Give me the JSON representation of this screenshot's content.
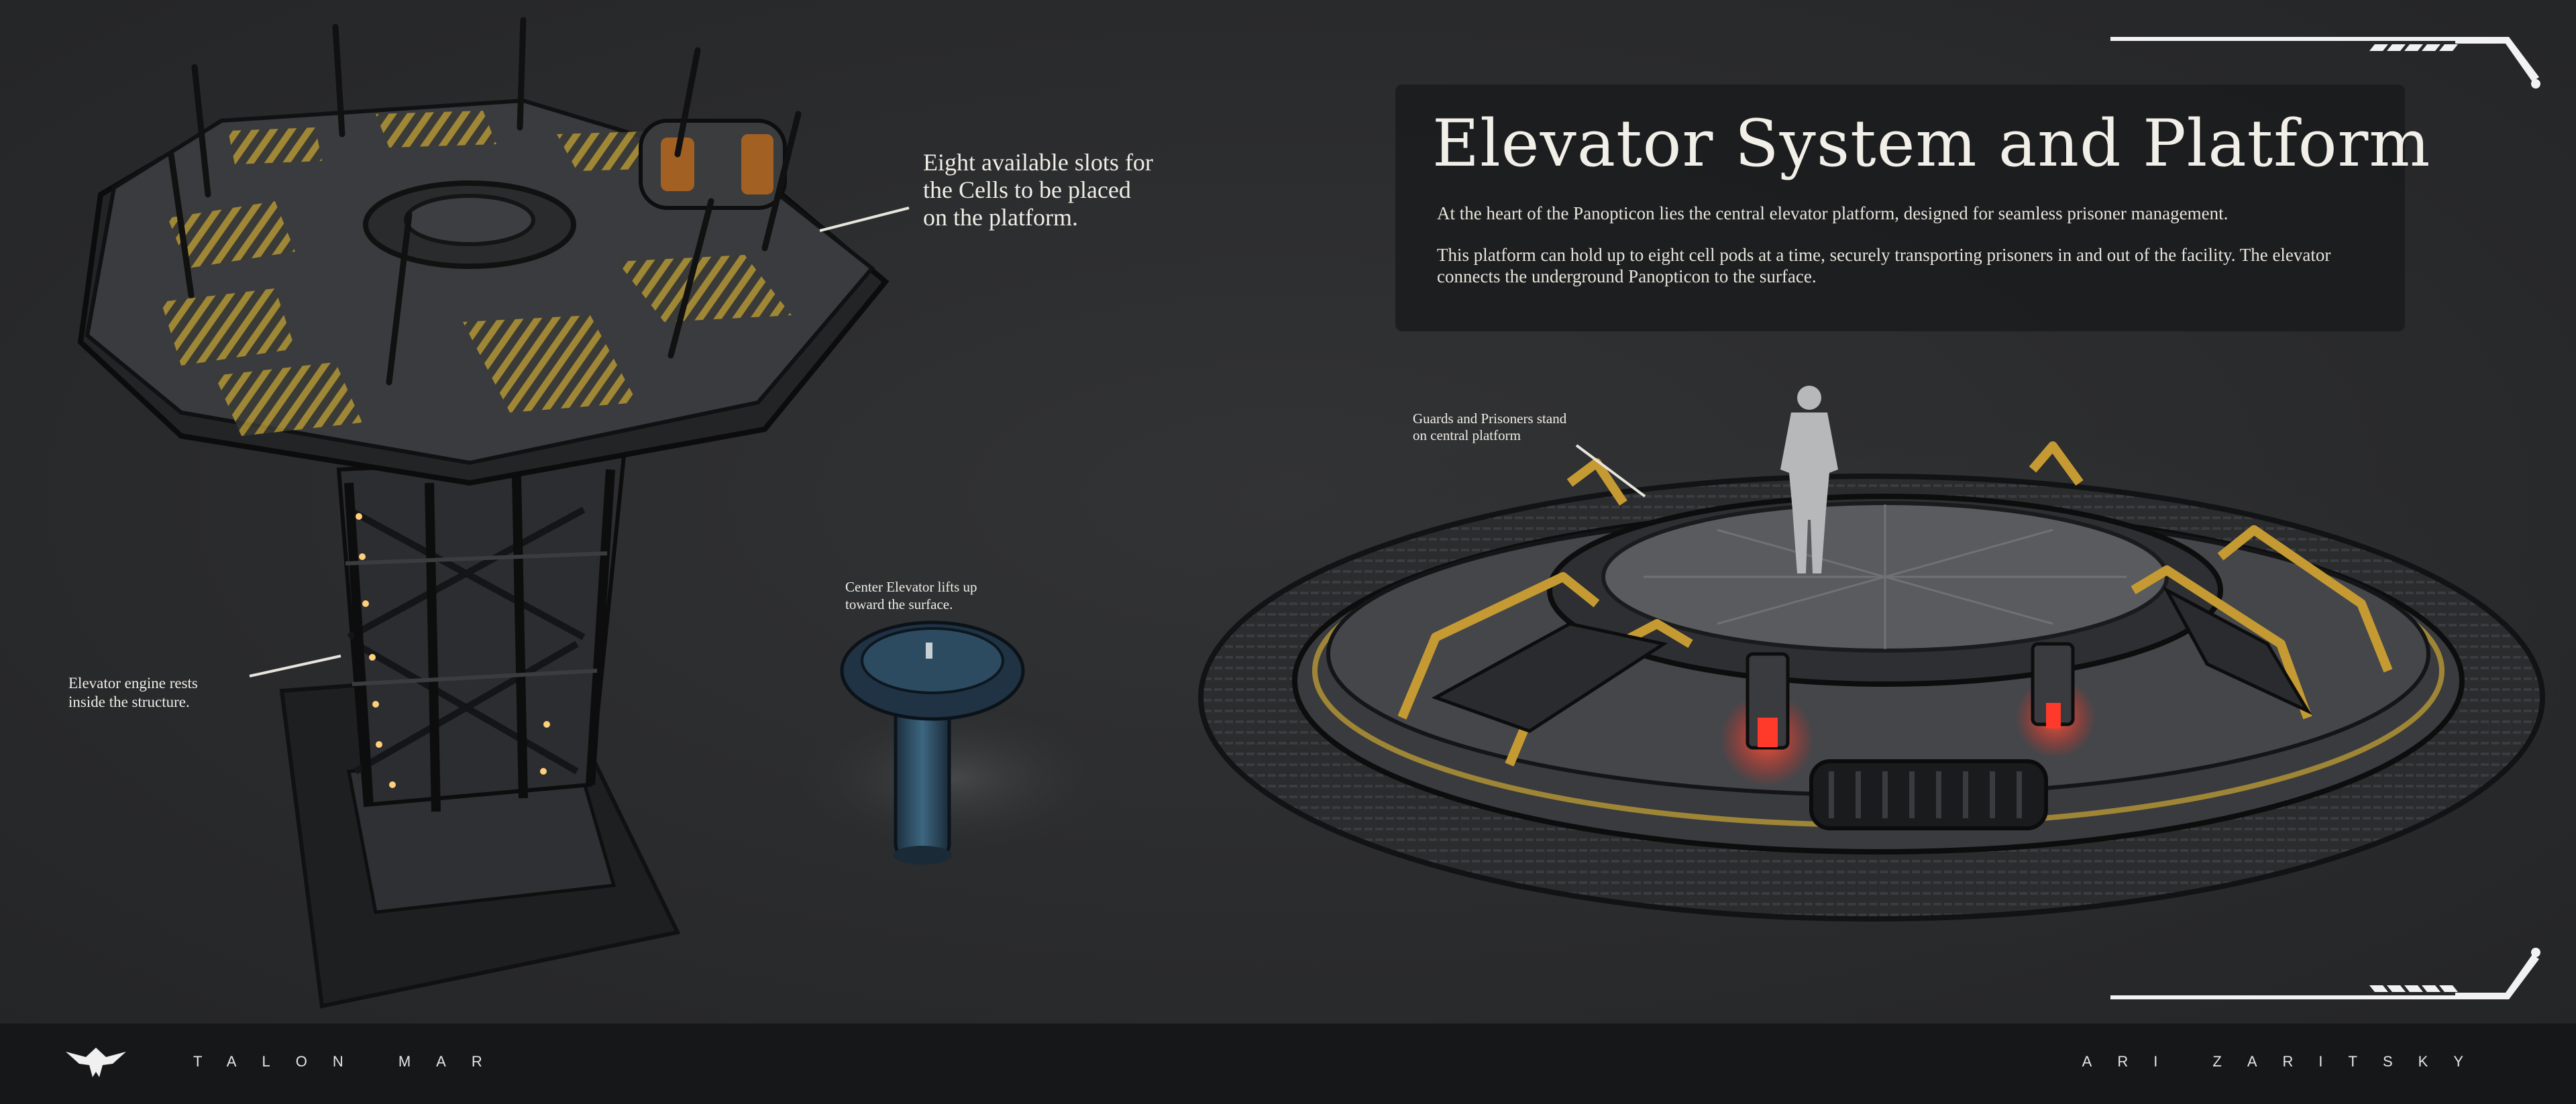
{
  "title": "Elevator System and Platform",
  "description": {
    "paragraph_1": "At the heart of the Panopticon lies the central elevator platform, designed for seamless prisoner management.",
    "paragraph_2": "This platform can hold up to eight cell pods at a time, securely transporting prisoners in and out of the facility. The elevator connects the underground Panopticon to the surface."
  },
  "callouts": {
    "slots": "Eight available slots for\nthe Cells to be placed\non the platform.",
    "engine": "Elevator engine rests\ninside the structure.",
    "center_elevator": "Center Elevator lifts up\ntoward the surface.",
    "guards": "Guards and Prisoners stand\non central  platform"
  },
  "footer": {
    "studio": "TALON MAR",
    "artist": "ARI ZARITSKY",
    "logo_icon": "talon-bird-logo-icon"
  },
  "colors": {
    "background": "#2a2b2d",
    "panel": "#18191b",
    "hazard_yellow": "#c9a630",
    "warning_red": "#ff3a2a",
    "footer": "#161718"
  }
}
